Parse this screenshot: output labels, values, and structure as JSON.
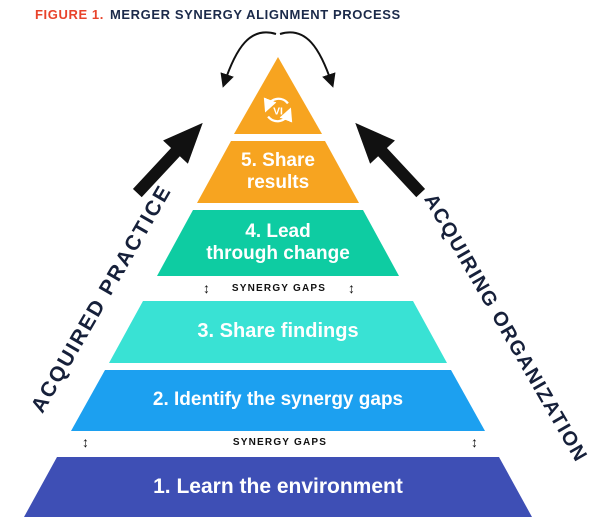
{
  "figure": {
    "label": "FIGURE 1.",
    "title": "MERGER SYNERGY ALIGNMENT PROCESS",
    "label_color": "#E8432B",
    "title_color": "#1B2A4A"
  },
  "pyramid": {
    "tip": {
      "icon": "cycle-vi-logo",
      "icon_text": "VI",
      "color": "#F7A420"
    },
    "levels": [
      {
        "label": [
          "5. Share",
          "results"
        ],
        "color": "#F7A420"
      },
      {
        "label": [
          "4. Lead",
          "through change"
        ],
        "color": "#0ECCA2"
      },
      {
        "label": "3. Share findings",
        "color": "#39E2D4"
      },
      {
        "label": "2. Identify the synergy gaps",
        "color": "#1CA0F0"
      },
      {
        "label": "1. Learn the environment",
        "color": "#3E4FB5"
      }
    ]
  },
  "synergy_gaps": {
    "upper": "SYNERGY GAPS",
    "lower": "SYNERGY GAPS",
    "arrow_glyph": "↕"
  },
  "side_labels": {
    "left": "ACQUIRED PRACTICE",
    "right": "ACQUIRING ORGANIZATION",
    "color": "#16203A"
  },
  "colors": {
    "arrow": "#111111",
    "level_text": "#FFFFFF"
  }
}
